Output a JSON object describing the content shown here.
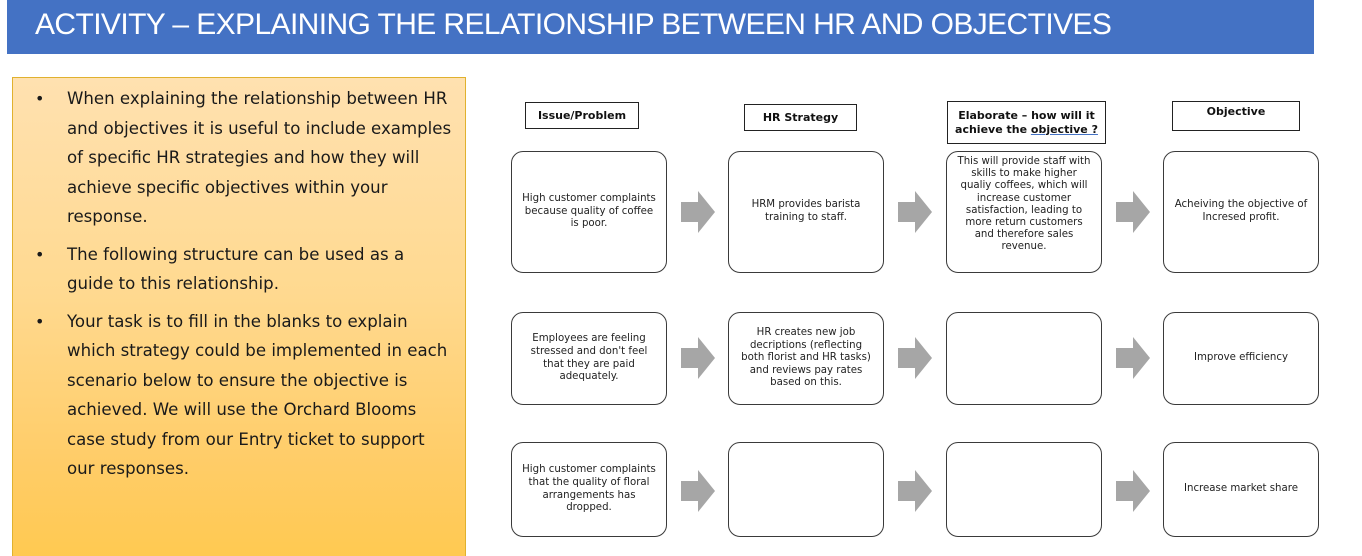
{
  "header": {
    "title": "ACTIVITY – EXPLAINING THE RELATIONSHIP BETWEEN HR AND OBJECTIVES",
    "background_color": "#4472C4"
  },
  "instructions": {
    "bullets": [
      "When explaining the relationship between HR and objectives it is useful to include examples of specific HR strategies and how they will achieve specific objectives within your response.",
      "The following structure can be used as a guide to this relationship.",
      "Your task is to fill in the blanks to explain which strategy could be implemented in each scenario below to ensure the objective is achieved. We will use the Orchard Blooms case study from our Entry ticket to support our responses."
    ],
    "bullet_glyph": "•"
  },
  "diagram": {
    "column_headers": {
      "issue": "Issue/Problem",
      "strategy": "HR Strategy",
      "elaborate_prefix": "Elaborate – how will it achieve the ",
      "elaborate_underlined": "objective ?",
      "objective": "Objective"
    },
    "rows": [
      {
        "issue": "High customer complaints because quality of coffee is poor.",
        "strategy": "HRM provides barista training to staff.",
        "elaborate": "This will provide staff with skills to make higher qualiy coffees, which will increase customer satisfaction, leading to more return customers and therefore sales revenue.",
        "objective": "Acheiving the objective of Incresed profit."
      },
      {
        "issue": "Employees are feeling stressed and don't feel that they are paid adequately.",
        "strategy": "HR creates new job decriptions (reflecting both florist and HR tasks) and reviews pay rates based on this.",
        "elaborate": "",
        "objective": "Improve efficiency"
      },
      {
        "issue": "High customer complaints that the quality of floral arrangements has dropped.",
        "strategy": "",
        "elaborate": "",
        "objective": "Increase market share"
      }
    ],
    "arrow_icon": "right-arrow-icon",
    "arrow_color": "#A6A6A6"
  }
}
